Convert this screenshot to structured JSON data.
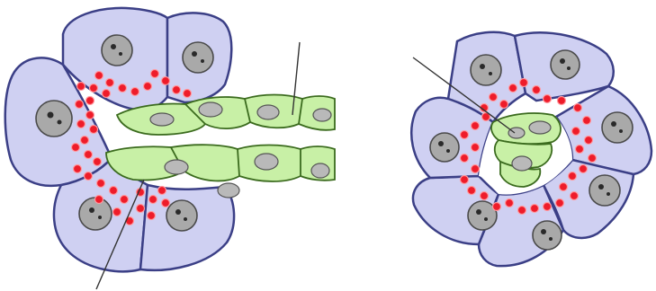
{
  "figure": {
    "panels": [
      {
        "id": "longitudinal-section",
        "parts": [
          "serous-acinar-cells",
          "secretory-granules",
          "intercalated-duct-cells",
          "cell-nuclei",
          "leader-lines"
        ]
      },
      {
        "id": "cross-section",
        "parts": [
          "serous-acinar-cells",
          "secretory-granules",
          "intercalated-duct-cells",
          "cell-nuclei",
          "leader-line"
        ]
      }
    ],
    "colors": {
      "acinar_cell": "#cfd0f2",
      "acinar_outline": "#3b3f86",
      "duct_cell": "#c8f0a6",
      "duct_outline": "#3b6b1e",
      "granule": "#ee1c2a",
      "nucleus": "#a9a9a9"
    },
    "labels": []
  }
}
